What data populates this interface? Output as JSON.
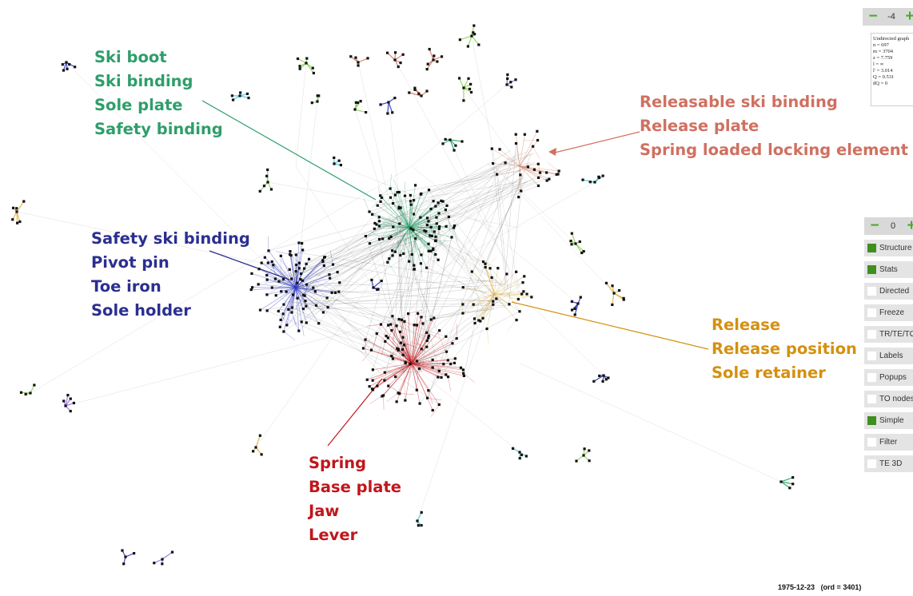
{
  "callouts": [
    {
      "id": "green",
      "color": "#2e9e6b",
      "lines": [
        "Ski boot",
        "Ski binding",
        "Sole plate",
        "Safety binding"
      ]
    },
    {
      "id": "salmon",
      "color": "#d07060",
      "lines": [
        "Releasable ski binding",
        "Release plate",
        "Spring loaded locking element"
      ]
    },
    {
      "id": "blue",
      "color": "#2b2f8f",
      "lines": [
        "Safety ski binding",
        "Pivot pin",
        "Toe iron",
        "Sole holder"
      ]
    },
    {
      "id": "orange",
      "color": "#d4900f",
      "lines": [
        "Release",
        "Release position",
        "Sole retainer"
      ]
    },
    {
      "id": "red",
      "color": "#c0161c",
      "lines": [
        "Spring",
        "Base plate",
        "Jaw",
        "Lever"
      ]
    }
  ],
  "controls": {
    "top_stepper": {
      "value": "-4",
      "minus": "−",
      "plus": "+"
    },
    "stats": [
      "Undirected graph",
      "n = 697",
      "m = 3704",
      "z = 7.759",
      "l = ∞",
      "l' = 3.014",
      "Q = 0.531",
      "dQ = 0"
    ],
    "panel_stepper": {
      "value": "0",
      "minus": "−",
      "plus": "+"
    },
    "toggles": [
      {
        "label": "Structure",
        "checked": true
      },
      {
        "label": "Stats",
        "checked": true
      },
      {
        "label": "Directed",
        "checked": false
      },
      {
        "label": "Freeze",
        "checked": false
      },
      {
        "label": "TR/TE/TO",
        "checked": false
      },
      {
        "label": "Labels",
        "checked": false
      },
      {
        "label": "Popups",
        "checked": false
      },
      {
        "label": "TO nodes",
        "checked": false
      },
      {
        "label": "Simple",
        "checked": true
      },
      {
        "label": "Filter",
        "checked": false
      },
      {
        "label": "TE 3D",
        "checked": false
      }
    ]
  },
  "footer": {
    "date": "1975-12-23",
    "ord": "(ord = 3401)"
  },
  "colors": {
    "green": "#27a36a",
    "blue": "#2b36c4",
    "red": "#c8161c",
    "salmon": "#d27a62",
    "orange": "#e0b040",
    "lime": "#8fd35a",
    "cyan": "#4fc7d8",
    "purple": "#9b6ee8",
    "edge": "#c8c8c8"
  }
}
